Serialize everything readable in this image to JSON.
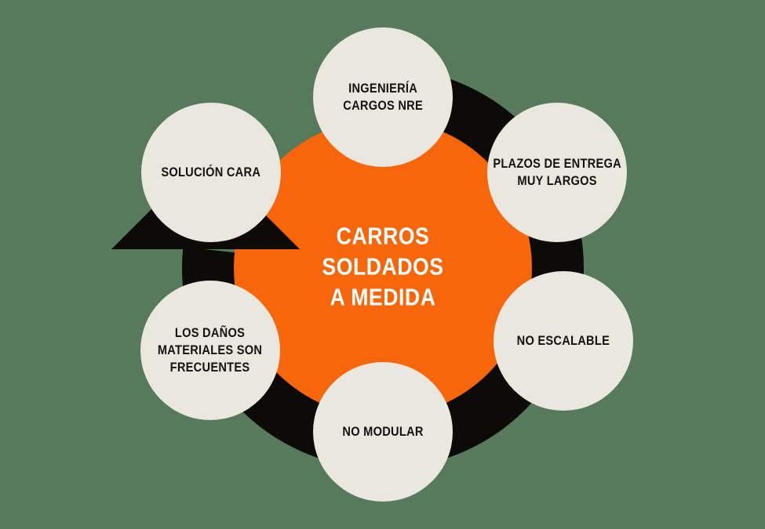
{
  "colors": {
    "background": "#577A5C",
    "ring": "#0C0B08",
    "center_circle": "#F7660A",
    "node_fill": "#E9E7DE",
    "node_text": "#121210",
    "center_text": "#FFFFFF"
  },
  "center": {
    "lines": [
      "CARROS",
      "SOLDADOS",
      "A MEDIDA"
    ]
  },
  "nodes": [
    {
      "lines": [
        "INGENIERÍA",
        "CARGOS NRE"
      ]
    },
    {
      "lines": [
        "PLAZOS DE ENTREGA",
        "MUY LARGOS"
      ]
    },
    {
      "lines": [
        "NO ESCALABLE"
      ]
    },
    {
      "lines": [
        "NO MODULAR"
      ]
    },
    {
      "lines": [
        "LOS DAÑOS",
        "MATERIALES SON",
        "FRECUENTES"
      ]
    },
    {
      "lines": [
        "SOLUCIÓN CARA"
      ]
    }
  ]
}
